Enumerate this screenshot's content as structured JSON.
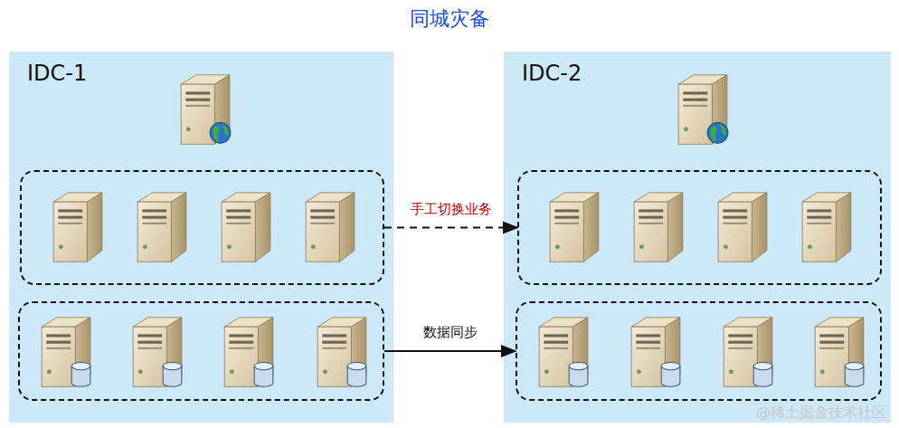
{
  "diagram": {
    "title": "同城灾备",
    "nodes": [
      {
        "text": [
          "IDC-1"
        ]
      },
      {
        "text": [],
        "in": 0
      },
      {
        "text": [],
        "in": 0
      },
      {
        "text": [
          "IDC-2"
        ]
      },
      {
        "text": [],
        "in": 3
      },
      {
        "text": [],
        "in": 3
      }
    ],
    "edges": [
      {
        "from": 1,
        "to": 4,
        "arrow": "to",
        "label": "手工切换业务"
      },
      {
        "from": 2,
        "to": 5,
        "arrow": "to",
        "label": "数据同步"
      }
    ],
    "labels": [
      "@稀土掘金技术社区"
    ]
  }
}
